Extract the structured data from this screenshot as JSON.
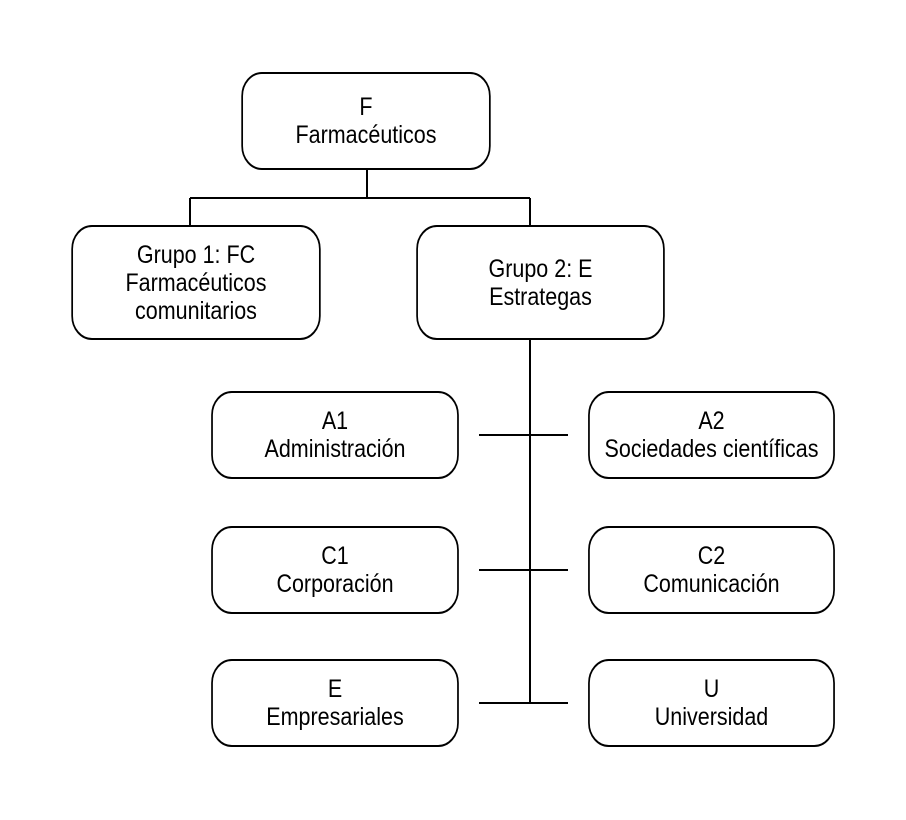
{
  "diagram": {
    "root": {
      "line1": "F",
      "line2": "Farmacéuticos"
    },
    "group1": {
      "line1": "Grupo 1: FC",
      "line2": "Farmacéuticos",
      "line3": "comunitarios"
    },
    "group2": {
      "line1": "Grupo 2: E",
      "line2": "Estrategas"
    },
    "subgroups": {
      "a1": {
        "line1": "A1",
        "line2": "Administración"
      },
      "a2": {
        "line1": "A2",
        "line2": "Sociedades científicas"
      },
      "c1": {
        "line1": "C1",
        "line2": "Corporación"
      },
      "c2": {
        "line1": "C2",
        "line2": "Comunicación"
      },
      "e": {
        "line1": "E",
        "line2": "Empresariales"
      },
      "u": {
        "line1": "U",
        "line2": "Universidad"
      }
    },
    "colors": {
      "line": "#000000",
      "box_border": "#000000",
      "background": "#ffffff"
    }
  }
}
